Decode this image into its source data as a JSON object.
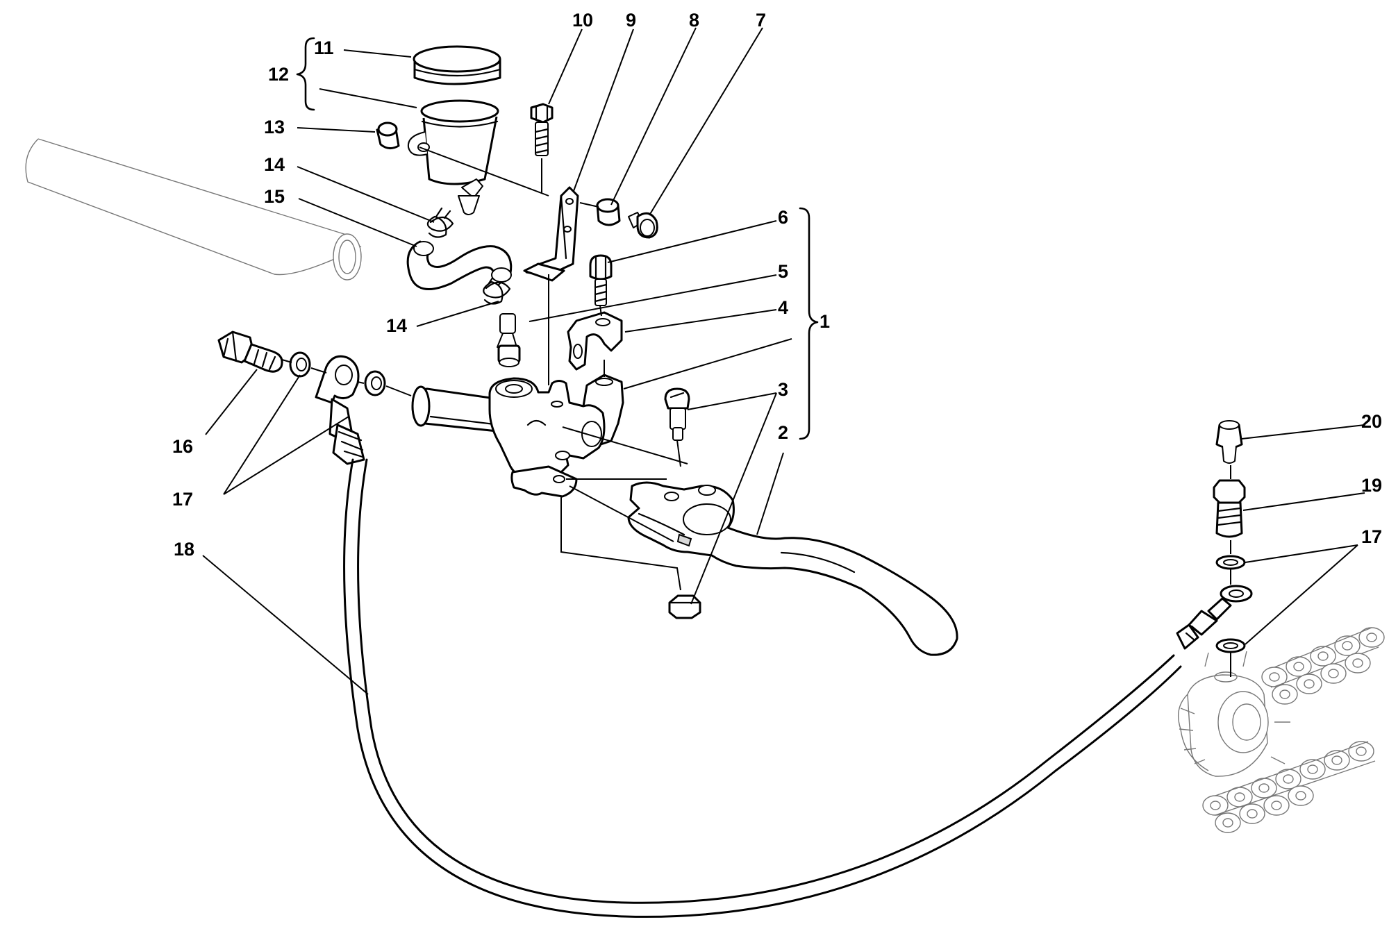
{
  "callouts": {
    "c1": "1",
    "c2": "2",
    "c3": "3",
    "c4": "4",
    "c5": "5",
    "c6": "6",
    "c7": "7",
    "c8": "8",
    "c9": "9",
    "c10": "10",
    "c11": "11",
    "c12": "12",
    "c13": "13",
    "c14a": "14",
    "c14b": "14",
    "c15": "15",
    "c16": "16",
    "c17a": "17",
    "c17b": "17",
    "c18": "18",
    "c19": "19",
    "c20": "20"
  }
}
